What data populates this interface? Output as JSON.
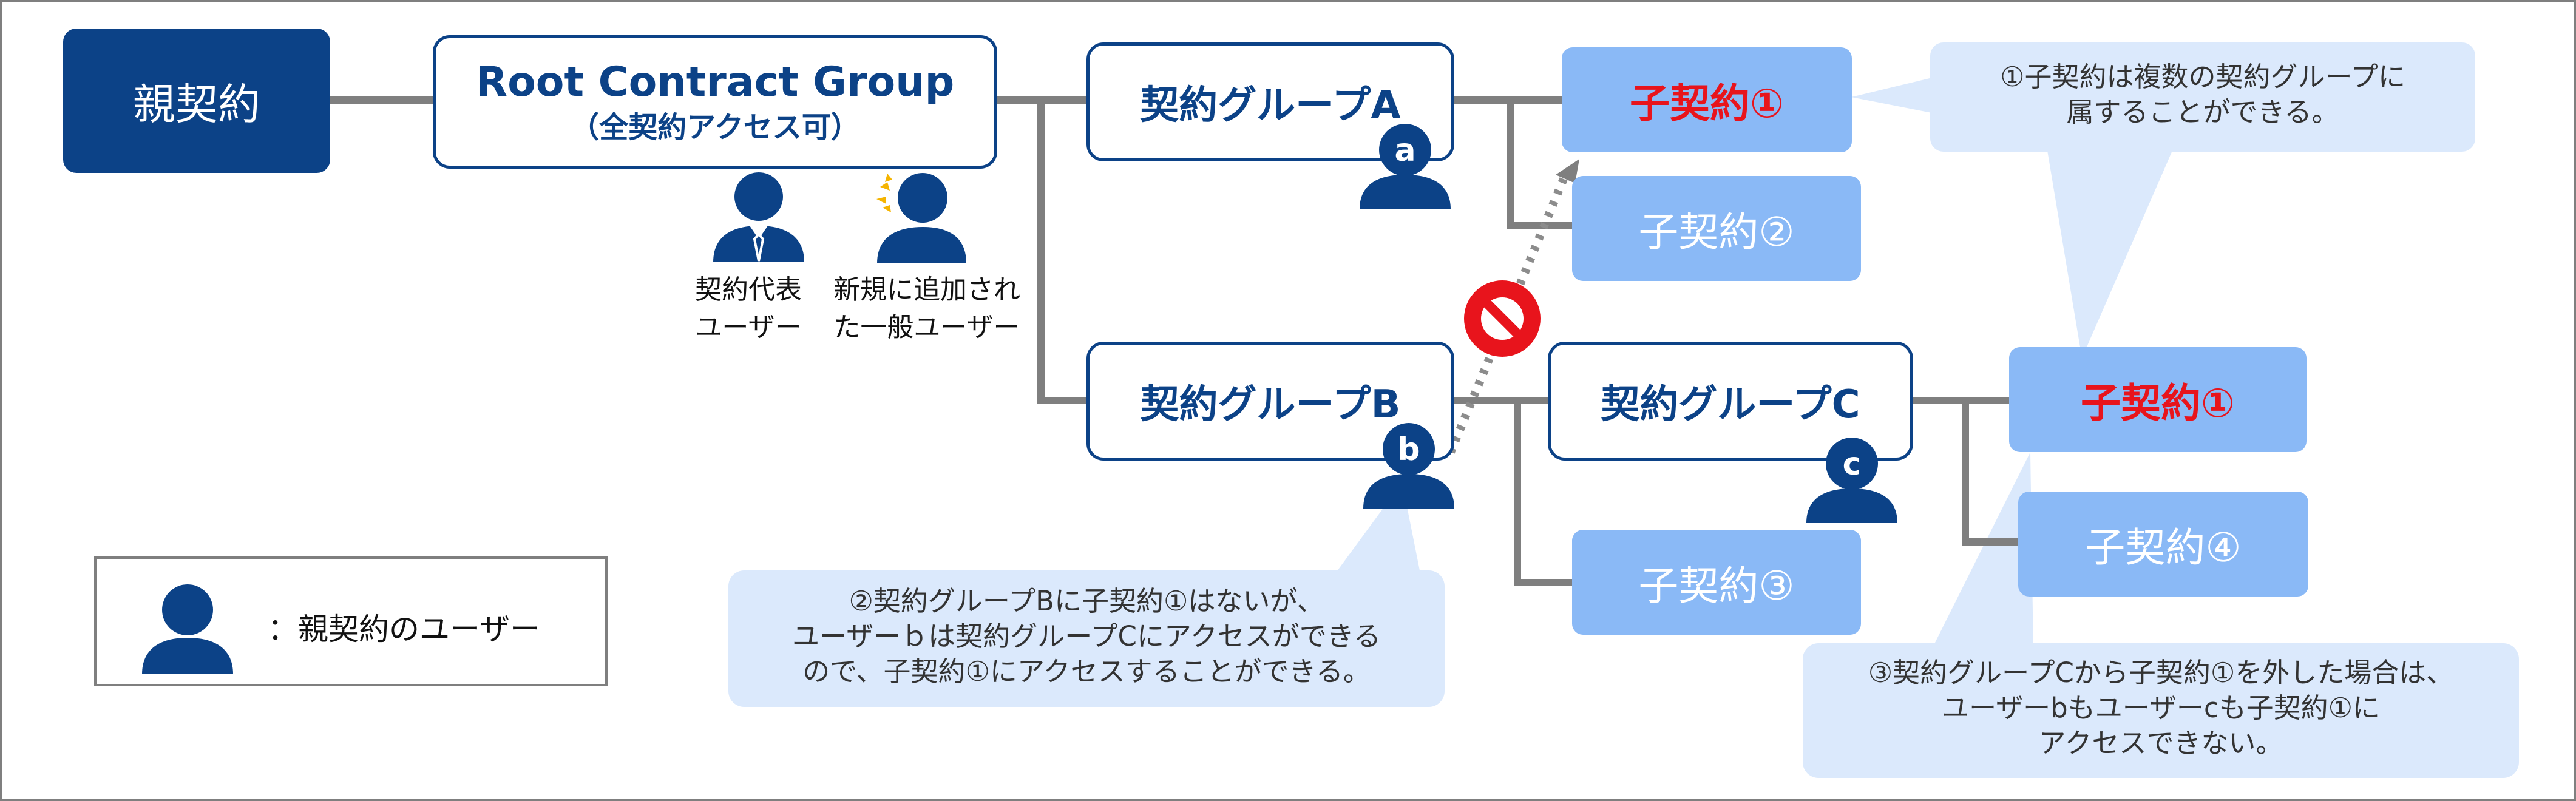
{
  "colors": {
    "navy": "#0c4287",
    "child_blue": "#8ab9f6",
    "callout_blue": "#dbe9fc",
    "connector_gray": "#7f7f7f",
    "red": "#e8141c"
  },
  "parent_contract": "親契約",
  "root_group": {
    "title": "Root Contract Group",
    "subtitle": "（全契約アクセス可）"
  },
  "groups": {
    "a": "契約グループA",
    "b": "契約グループB",
    "c": "契約グループC"
  },
  "children": {
    "c1_top": "子契約①",
    "c2": "子契約②",
    "c3": "子契約③",
    "c1_right": "子契約①",
    "c4": "子契約④"
  },
  "root_users": {
    "representative": {
      "line1": "契約代表",
      "line2": "ユーザー",
      "icon": "person-tie-icon"
    },
    "new_user": {
      "line1": "新規に追加され",
      "line2": "た一般ユーザー",
      "icon": "person-new-icon"
    }
  },
  "group_users": {
    "a": "a",
    "b": "b",
    "c": "c"
  },
  "notes": {
    "note1": {
      "line1": "①子契約は複数の契約グループに",
      "line2": "属することができる。"
    },
    "note2": {
      "line1": "②契約グループBに子契約①はないが、",
      "line2": "ユーザーｂは契約グループCにアクセスができる",
      "line3": "ので、子契約①にアクセスすることができる。"
    },
    "note3": {
      "line1": "③契約グループCから子契約①を外した場合は、",
      "line2": "ユーザーbもユーザーcも子契約①に",
      "line3": "アクセスできない。"
    }
  },
  "legend": {
    "text": "：親契約のユーザー",
    "icon": "person-icon"
  },
  "icons": {
    "prohibited": "no-entry-icon",
    "person": "person-icon"
  }
}
